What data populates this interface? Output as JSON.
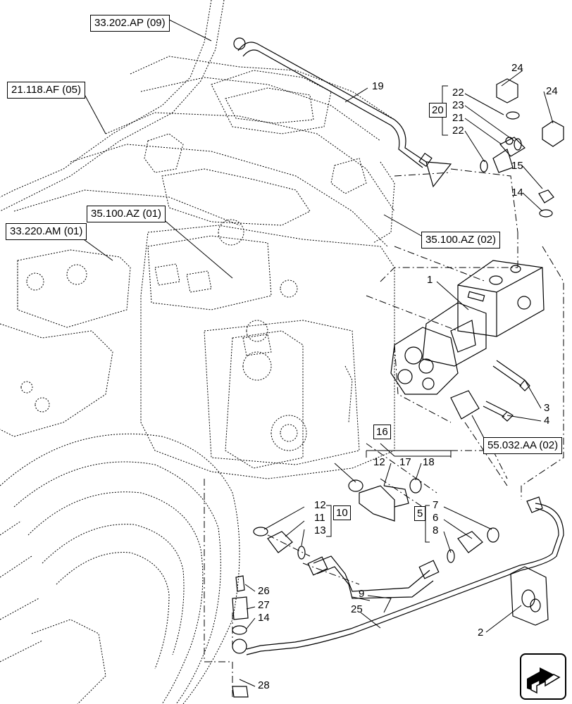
{
  "refs": {
    "r1": "33.202.AP (09)",
    "r2": "21.118.AF (05)",
    "r3": "35.100.AZ (01)",
    "r4": "33.220.AM (01)",
    "r5": "35.100.AZ (02)",
    "r6": "55.032.AA (02)"
  },
  "groups": {
    "g20": "20",
    "g16": "16",
    "g10": "10",
    "g5": "5"
  },
  "parts": {
    "p1": "1",
    "p2": "2",
    "p3": "3",
    "p4": "4",
    "p5_6": "6",
    "p5_7": "7",
    "p5_8": "8",
    "p9": "9",
    "p10_11": "11",
    "p10_12": "12",
    "p10_13": "13",
    "p14a": "14",
    "p14b": "14",
    "p15": "15",
    "p16_12": "12",
    "p16_17": "17",
    "p16_18": "18",
    "p19": "19",
    "p20_21": "21",
    "p20_22a": "22",
    "p20_22b": "22",
    "p20_23": "23",
    "p24a": "24",
    "p24b": "24",
    "p25": "25",
    "p26": "26",
    "p27": "27",
    "p28": "28"
  },
  "icons": {
    "nav": "navigate-arrow-icon"
  }
}
